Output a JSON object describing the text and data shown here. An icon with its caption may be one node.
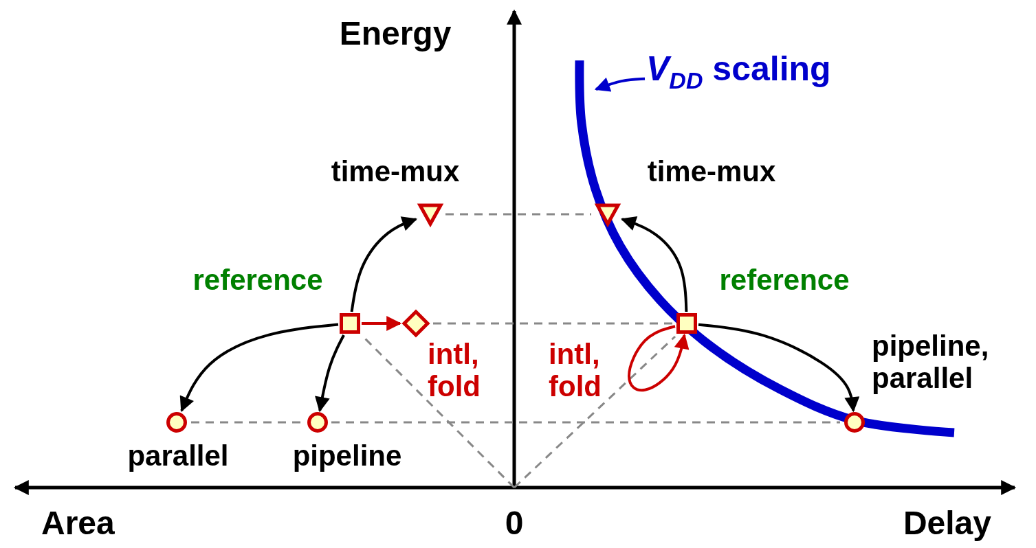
{
  "diagram": {
    "nodes": [
      {
        "text": [],
        "shape": "box",
        "beside": [
          "reference"
        ]
      },
      {
        "text": [],
        "shape": "triangle",
        "beside": [
          "time-mux"
        ]
      },
      {
        "text": [],
        "shape": "diamond",
        "beside": [
          "intl, fold"
        ]
      },
      {
        "text": [],
        "shape": "circle",
        "beside": [
          "parallel"
        ]
      },
      {
        "text": [],
        "shape": "circle",
        "beside": [
          "pipeline"
        ]
      },
      {
        "text": [],
        "shape": "box",
        "beside": [
          "reference"
        ]
      },
      {
        "text": [],
        "shape": "triangle",
        "beside": [
          "time-mux"
        ]
      },
      {
        "text": [],
        "shape": "circle",
        "beside": [
          "pipeline, parallel"
        ]
      },
      {
        "text": [
          "*V*$_{DD}$ scaling"
        ]
      }
    ],
    "edges": [
      {
        "from": 0,
        "to": 1,
        "arrow": "to"
      },
      {
        "from": 0,
        "to": 2,
        "arrow": "to",
        "color": "#cc0000"
      },
      {
        "from": 0,
        "to": 3,
        "arrow": "to"
      },
      {
        "from": 0,
        "to": 4,
        "arrow": "to"
      },
      {
        "from": 5,
        "to": 6,
        "arrow": "to"
      },
      {
        "from": 5,
        "to": 5,
        "arrow": "to",
        "color": "#cc0000",
        "label": "intl, fold"
      },
      {
        "from": 5,
        "to": 7,
        "arrow": "to"
      },
      {
        "from": 8,
        "to": null,
        "arrow": "to",
        "color": "#0000cc"
      }
    ],
    "labels": [
      "Energy",
      "Area",
      "0",
      "Delay"
    ]
  }
}
